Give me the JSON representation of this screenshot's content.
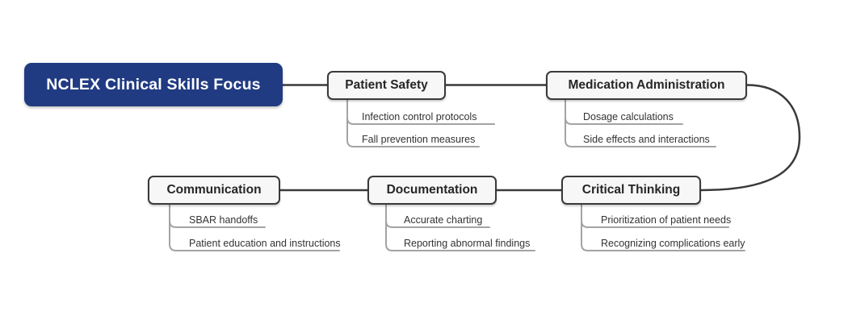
{
  "diagram": {
    "title": "NCLEX Clinical Skills Focus mind map",
    "root": {
      "label": "NCLEX Clinical Skills Focus"
    },
    "topics": [
      {
        "label": "Patient Safety",
        "children": [
          "Infection control protocols",
          "Fall prevention measures"
        ]
      },
      {
        "label": "Medication Administration",
        "children": [
          "Dosage calculations",
          "Side effects and interactions"
        ]
      },
      {
        "label": "Communication",
        "children": [
          "SBAR handoffs",
          "Patient education and instructions"
        ]
      },
      {
        "label": "Documentation",
        "children": [
          "Accurate charting",
          "Reporting abnormal findings"
        ]
      },
      {
        "label": "Critical Thinking",
        "children": [
          "Prioritization of patient needs",
          "Recognizing complications early"
        ]
      }
    ],
    "colors": {
      "background": "#ffffff",
      "root_bg": "#213b82",
      "root_text": "#ffffff",
      "node_bg": "#f7f7f7",
      "node_border": "#3a3a3a",
      "node_text": "#262626",
      "connector": "#3a3a3a",
      "child_line": "#a3a3a3",
      "child_text": "#333333"
    }
  }
}
